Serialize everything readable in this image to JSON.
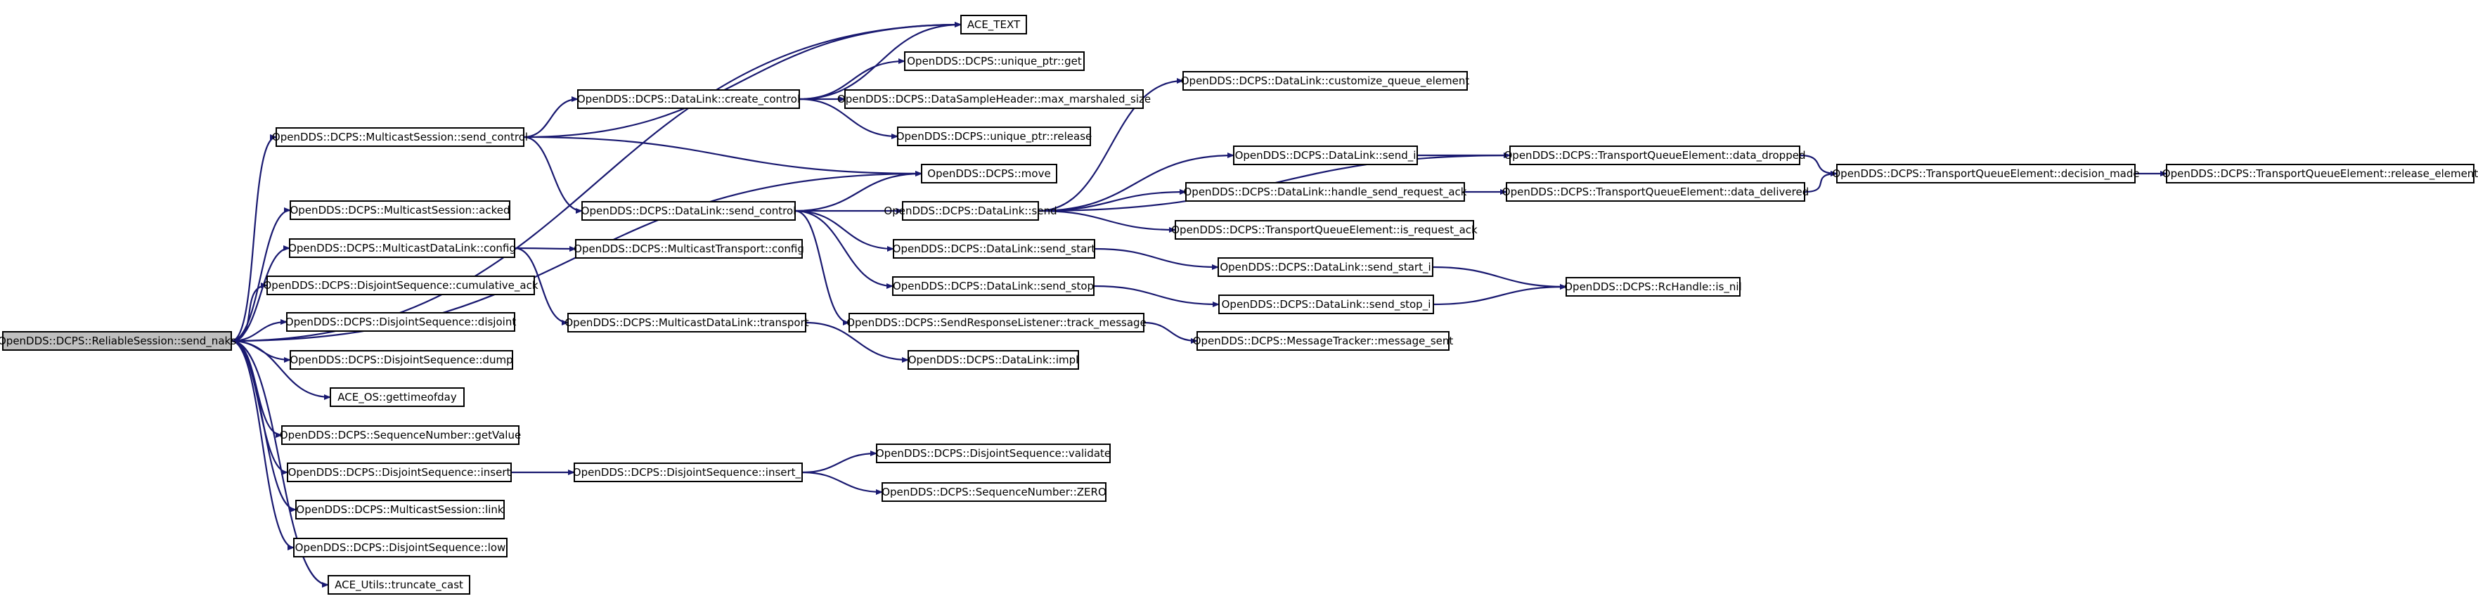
{
  "colors": {
    "edge": "#191970",
    "node_border": "#000000",
    "node_fill": "#ffffff",
    "root_fill": "#bfbfbf",
    "background": "#ffffff"
  },
  "nodes": [
    {
      "id": "root",
      "label": "OpenDDS::DCPS::ReliableSession::send_naks",
      "root": true
    },
    {
      "id": "ace_text",
      "label": "ACE_TEXT"
    },
    {
      "id": "ms_send_control",
      "label": "OpenDDS::DCPS::MulticastSession::send_control"
    },
    {
      "id": "dl_create_control",
      "label": "OpenDDS::DCPS::DataLink::create_control"
    },
    {
      "id": "uptr_get",
      "label": "OpenDDS::DCPS::unique_ptr::get"
    },
    {
      "id": "dsh_max_marshaled",
      "label": "OpenDDS::DCPS::DataSampleHeader::max_marshaled_size"
    },
    {
      "id": "uptr_release",
      "label": "OpenDDS::DCPS::unique_ptr::release"
    },
    {
      "id": "move",
      "label": "OpenDDS::DCPS::move"
    },
    {
      "id": "ms_acked",
      "label": "OpenDDS::DCPS::MulticastSession::acked"
    },
    {
      "id": "dl_send_control",
      "label": "OpenDDS::DCPS::DataLink::send_control"
    },
    {
      "id": "dl_send",
      "label": "OpenDDS::DCPS::DataLink::send"
    },
    {
      "id": "dl_customize",
      "label": "OpenDDS::DCPS::DataLink::customize_queue_element"
    },
    {
      "id": "dl_send_i",
      "label": "OpenDDS::DCPS::DataLink::send_i"
    },
    {
      "id": "tqe_data_dropped",
      "label": "OpenDDS::DCPS::TransportQueueElement::data_dropped"
    },
    {
      "id": "tqe_decision_made",
      "label": "OpenDDS::DCPS::TransportQueueElement::decision_made"
    },
    {
      "id": "tqe_release_element",
      "label": "OpenDDS::DCPS::TransportQueueElement::release_element"
    },
    {
      "id": "dl_handle_send_request_ack",
      "label": "OpenDDS::DCPS::DataLink::handle_send_request_ack"
    },
    {
      "id": "tqe_data_delivered",
      "label": "OpenDDS::DCPS::TransportQueueElement::data_delivered"
    },
    {
      "id": "tqe_is_request_ack",
      "label": "OpenDDS::DCPS::TransportQueueElement::is_request_ack"
    },
    {
      "id": "mdl_config",
      "label": "OpenDDS::DCPS::MulticastDataLink::config"
    },
    {
      "id": "mt_config",
      "label": "OpenDDS::DCPS::MulticastTransport::config"
    },
    {
      "id": "dl_send_start",
      "label": "OpenDDS::DCPS::DataLink::send_start"
    },
    {
      "id": "dl_send_start_i",
      "label": "OpenDDS::DCPS::DataLink::send_start_i"
    },
    {
      "id": "rc_is_nil",
      "label": "OpenDDS::DCPS::RcHandle::is_nil"
    },
    {
      "id": "ds_cumulative_ack",
      "label": "OpenDDS::DCPS::DisjointSequence::cumulative_ack"
    },
    {
      "id": "dl_send_stop",
      "label": "OpenDDS::DCPS::DataLink::send_stop"
    },
    {
      "id": "dl_send_stop_i",
      "label": "OpenDDS::DCPS::DataLink::send_stop_i"
    },
    {
      "id": "ds_disjoint",
      "label": "OpenDDS::DCPS::DisjointSequence::disjoint"
    },
    {
      "id": "mdl_transport",
      "label": "OpenDDS::DCPS::MulticastDataLink::transport"
    },
    {
      "id": "srl_track_message",
      "label": "OpenDDS::DCPS::SendResponseListener::track_message"
    },
    {
      "id": "mt_message_sent",
      "label": "OpenDDS::DCPS::MessageTracker::message_sent"
    },
    {
      "id": "ds_dump",
      "label": "OpenDDS::DCPS::DisjointSequence::dump"
    },
    {
      "id": "dl_impl",
      "label": "OpenDDS::DCPS::DataLink::impl"
    },
    {
      "id": "ace_os_gettimeofday",
      "label": "ACE_OS::gettimeofday"
    },
    {
      "id": "sn_getvalue",
      "label": "OpenDDS::DCPS::SequenceNumber::getValue"
    },
    {
      "id": "ds_validate",
      "label": "OpenDDS::DCPS::DisjointSequence::validate"
    },
    {
      "id": "ds_insert",
      "label": "OpenDDS::DCPS::DisjointSequence::insert"
    },
    {
      "id": "ds_insert_i",
      "label": "OpenDDS::DCPS::DisjointSequence::insert_i"
    },
    {
      "id": "sn_zero",
      "label": "OpenDDS::DCPS::SequenceNumber::ZERO"
    },
    {
      "id": "ms_link",
      "label": "OpenDDS::DCPS::MulticastSession::link"
    },
    {
      "id": "ds_low",
      "label": "OpenDDS::DCPS::DisjointSequence::low"
    },
    {
      "id": "ace_utils_truncate_cast",
      "label": "ACE_Utils::truncate_cast"
    }
  ],
  "edges": [
    [
      "root",
      "ace_text"
    ],
    [
      "root",
      "ms_send_control"
    ],
    [
      "root",
      "move"
    ],
    [
      "root",
      "ms_acked"
    ],
    [
      "root",
      "mdl_config"
    ],
    [
      "root",
      "ds_cumulative_ack"
    ],
    [
      "root",
      "ds_disjoint"
    ],
    [
      "root",
      "ds_dump"
    ],
    [
      "root",
      "ace_os_gettimeofday"
    ],
    [
      "root",
      "sn_getvalue"
    ],
    [
      "root",
      "ds_insert"
    ],
    [
      "root",
      "ms_link"
    ],
    [
      "root",
      "ds_low"
    ],
    [
      "root",
      "ace_utils_truncate_cast"
    ],
    [
      "ms_send_control",
      "ace_text"
    ],
    [
      "ms_send_control",
      "dl_create_control"
    ],
    [
      "ms_send_control",
      "move"
    ],
    [
      "ms_send_control",
      "dl_send_control"
    ],
    [
      "dl_create_control",
      "ace_text"
    ],
    [
      "dl_create_control",
      "uptr_get"
    ],
    [
      "dl_create_control",
      "dsh_max_marshaled"
    ],
    [
      "dl_create_control",
      "uptr_release"
    ],
    [
      "dl_send_control",
      "move"
    ],
    [
      "dl_send_control",
      "dl_send"
    ],
    [
      "dl_send_control",
      "dl_send_start"
    ],
    [
      "dl_send_control",
      "dl_send_stop"
    ],
    [
      "dl_send_control",
      "srl_track_message"
    ],
    [
      "dl_send",
      "dl_customize"
    ],
    [
      "dl_send",
      "dl_send_i"
    ],
    [
      "dl_send",
      "tqe_data_dropped"
    ],
    [
      "dl_send",
      "dl_handle_send_request_ack"
    ],
    [
      "dl_send",
      "tqe_is_request_ack"
    ],
    [
      "dl_send_i",
      "tqe_data_dropped"
    ],
    [
      "tqe_data_dropped",
      "tqe_decision_made"
    ],
    [
      "tqe_decision_made",
      "tqe_release_element"
    ],
    [
      "dl_handle_send_request_ack",
      "tqe_data_delivered"
    ],
    [
      "tqe_data_delivered",
      "tqe_decision_made"
    ],
    [
      "mdl_config",
      "mt_config"
    ],
    [
      "mdl_config",
      "mdl_transport"
    ],
    [
      "dl_send_start",
      "dl_send_start_i"
    ],
    [
      "dl_send_start_i",
      "rc_is_nil"
    ],
    [
      "dl_send_stop",
      "dl_send_stop_i"
    ],
    [
      "dl_send_stop_i",
      "rc_is_nil"
    ],
    [
      "mdl_transport",
      "dl_impl"
    ],
    [
      "srl_track_message",
      "mt_message_sent"
    ],
    [
      "ds_insert",
      "ds_insert_i"
    ],
    [
      "ds_insert_i",
      "ds_validate"
    ],
    [
      "ds_insert_i",
      "sn_zero"
    ]
  ]
}
